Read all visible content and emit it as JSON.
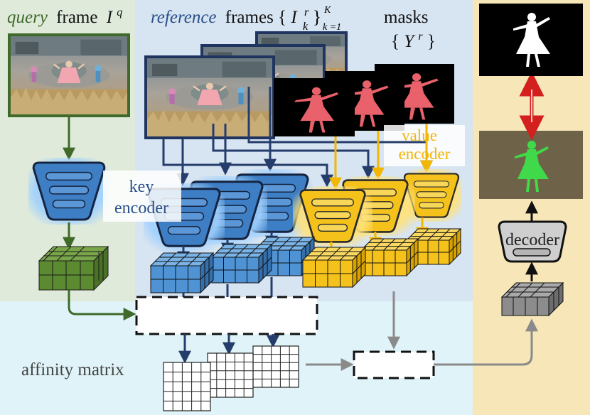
{
  "labels": {
    "query_word": "query",
    "query_rest": "frame",
    "query_symbol": "I",
    "query_sup": "q",
    "reference_word": "reference",
    "reference_rest": "frames {",
    "reference_symbol": "I",
    "reference_sub": "k",
    "reference_sup": "r",
    "reference_close": "}",
    "reference_range_sup": "K",
    "reference_range_sub": "k =1",
    "masks_title": "masks",
    "masks_set_open": "{",
    "masks_symbol": "Y",
    "masks_sup": "r",
    "masks_set_close": "}",
    "key_encoder_line1": "key",
    "key_encoder_line2": "encoder",
    "value_encoder_line1": "value",
    "value_encoder_line2": "encoder",
    "affinity_matrix": "affinity matrix",
    "decoder": "decoder"
  },
  "colors": {
    "query_panel_bg": "#dfeadb",
    "reference_panel_bg": "#d7e4f1",
    "affinity_panel_bg": "#e0f3f8",
    "output_panel_bg": "#f7e6b8",
    "query_green": "#3f6a2a",
    "query_cube": "#5c8a30",
    "key_blue": "#3d7ec4",
    "key_border": "#1f2f52",
    "arrow_navy": "#253d6b",
    "value_yellow": "#f5c21c",
    "value_arrow": "#f2b705",
    "mask_red": "#e8616b",
    "decoder_gray": "#8c8c8c",
    "output_red": "#d41f1f",
    "gray_arrow": "#8a8a8a"
  },
  "icons": {
    "photo": "dancer-photo",
    "mask": "dancer-mask",
    "output": "segmentation-output"
  }
}
